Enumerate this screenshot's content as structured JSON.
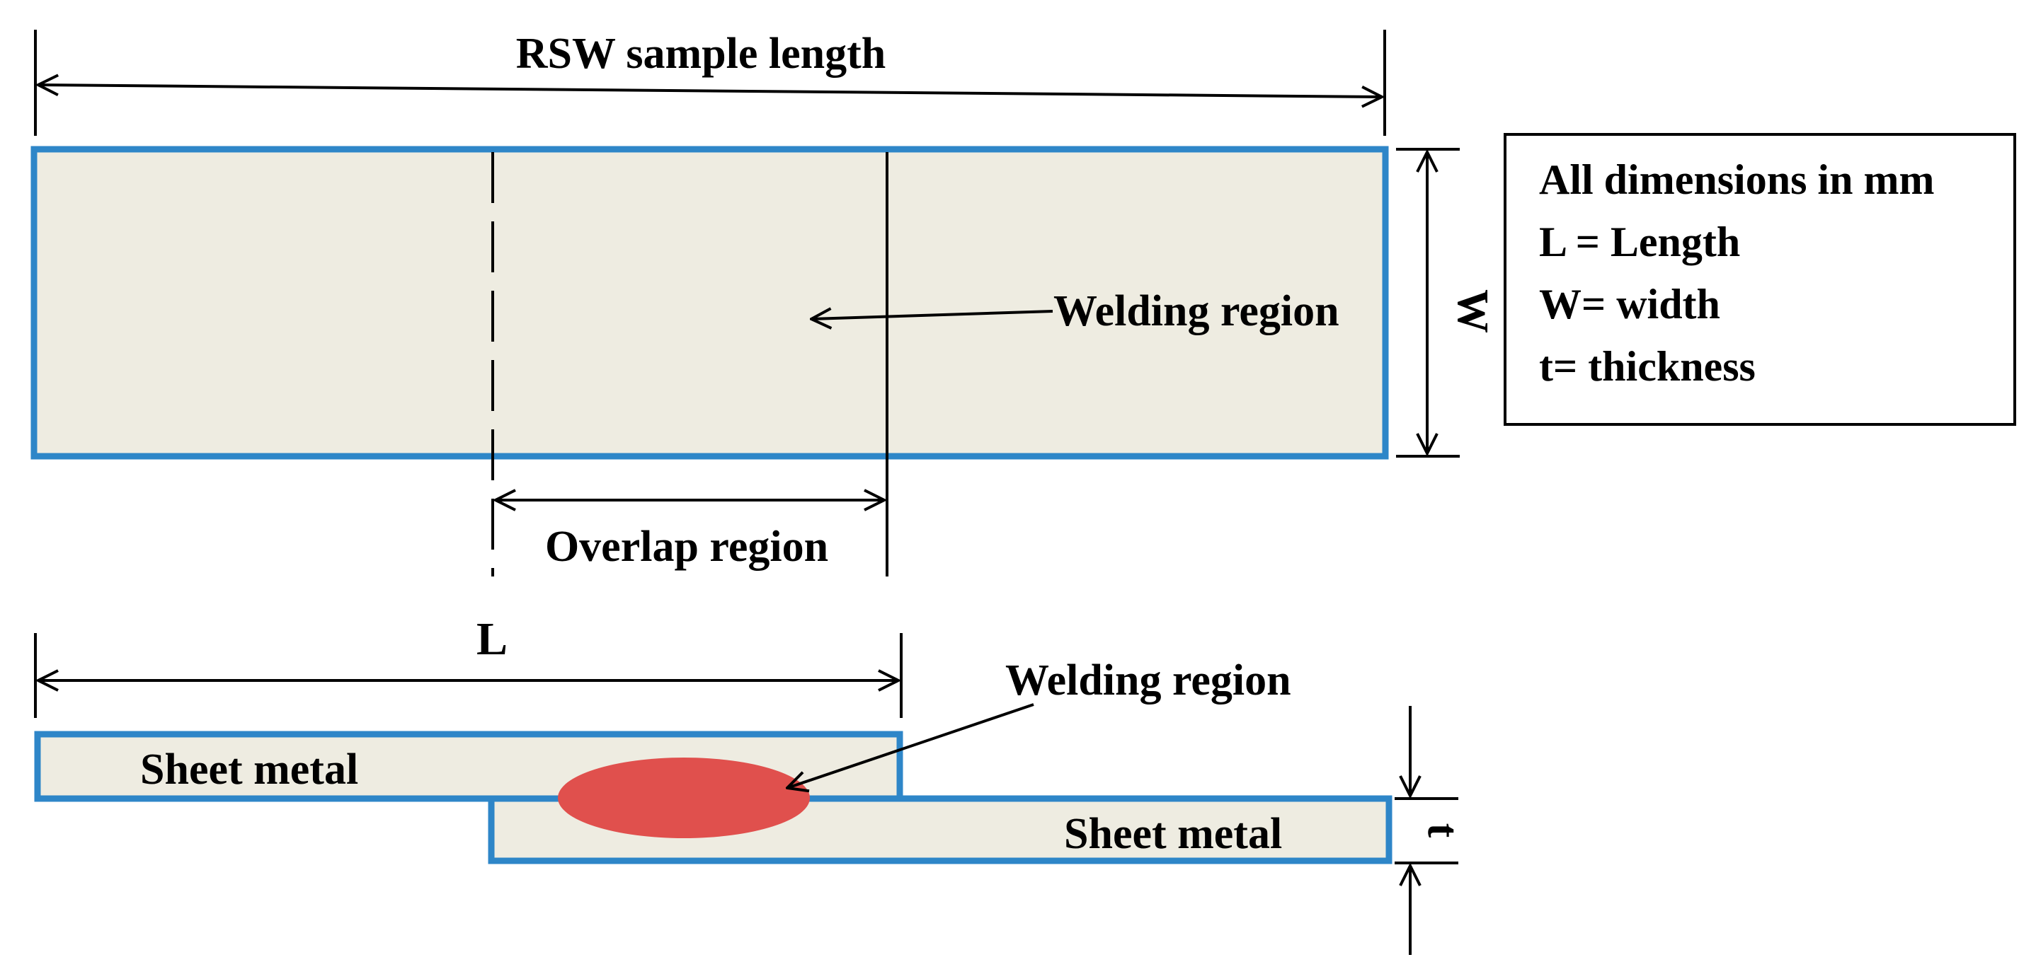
{
  "labels": {
    "sample_length": "RSW sample length",
    "welding_region_top": "Welding region",
    "width_symbol": "W",
    "overlap_region": "Overlap region",
    "length_symbol": "L",
    "welding_region_bottom": "Welding region",
    "sheet_metal_top": "Sheet metal",
    "sheet_metal_bottom": "Sheet metal",
    "thickness_symbol": "t"
  },
  "legend": {
    "lines": [
      "All dimensions in mm",
      "L = Length",
      "W= width",
      "t= thickness"
    ]
  },
  "colors": {
    "sheet_outline": "#2e86c8",
    "sheet_fill": "#eeece1",
    "weld_nugget": "#e0504d",
    "line": "#000000"
  }
}
